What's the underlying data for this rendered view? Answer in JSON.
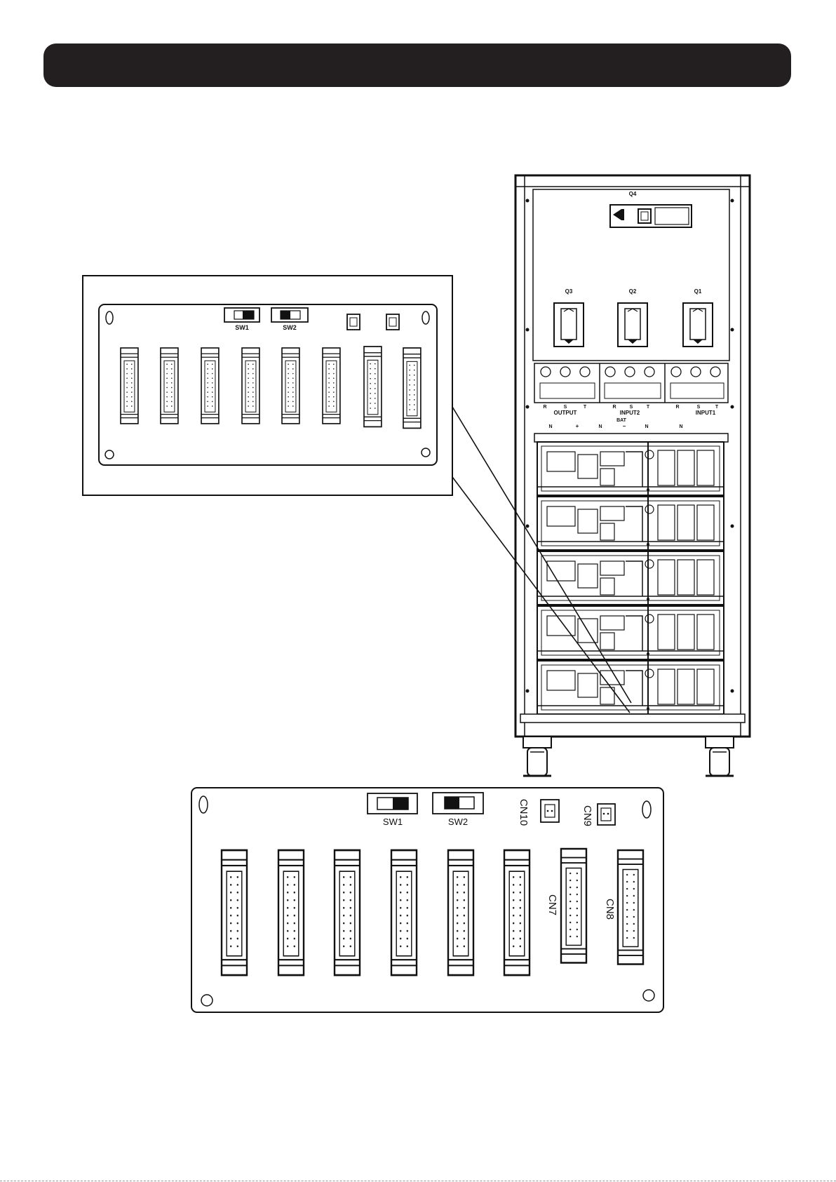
{
  "header": {
    "title": ""
  },
  "cabinet": {
    "breakers": {
      "q4": "Q4",
      "q3": "Q3",
      "q2": "Q2",
      "q1": "Q1"
    },
    "terminals": {
      "output_label": "OUTPUT",
      "input2_label": "INPUT2",
      "input1_label": "INPUT1",
      "bat_label": "BAT",
      "phase_r": "R",
      "phase_s": "S",
      "phase_t": "T",
      "neutral": "N",
      "plus": "+",
      "minus": "−"
    }
  },
  "small_board": {
    "sw1_label": "SW1",
    "sw2_label": "SW2"
  },
  "large_board": {
    "sw1_label": "SW1",
    "sw2_label": "SW2",
    "cn10_label": "CN10",
    "cn9_label": "CN9",
    "cn7_label": "CN7",
    "cn8_label": "CN8"
  },
  "colors": {
    "header": "#231f20",
    "line": "#111111",
    "board_fill": "#ffffff"
  }
}
